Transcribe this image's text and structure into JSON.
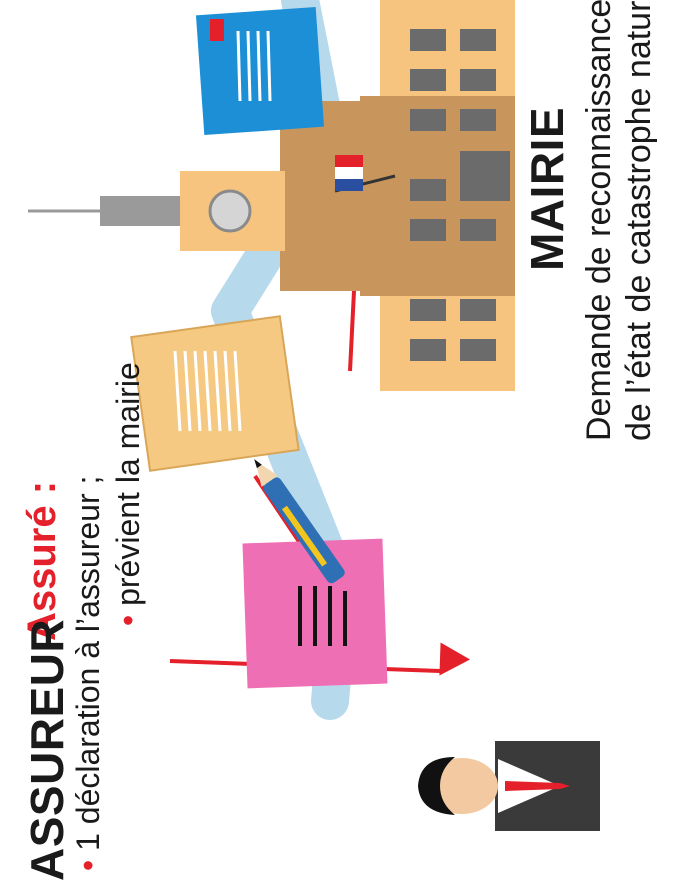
{
  "colors": {
    "accent": "#e4202a",
    "path": "#b7d9ec",
    "building_light": "#f7c47f",
    "building_dark": "#c8965d",
    "form_pink": "#ef6fb5",
    "form_beige": "#f6c983",
    "form_blue": "#1d8fd6"
  },
  "icons": [
    "insurer-person-icon",
    "pink-form-icon",
    "pen-icon",
    "beige-document-icon",
    "town-hall-icon",
    "french-flag-icon",
    "blue-official-document-icon"
  ],
  "insured": {
    "title": "Assuré :",
    "bullets": [
      "1 déclaration à l’assureur ;",
      "prévient la mairie"
    ],
    "bullet_symbol": "•"
  },
  "insurer": {
    "label": "ASSUREUR"
  },
  "townhall": {
    "label": "MAIRIE",
    "description": [
      "Demande de reconnaissance",
      "de l’état de catastrophe naturelle"
    ]
  }
}
